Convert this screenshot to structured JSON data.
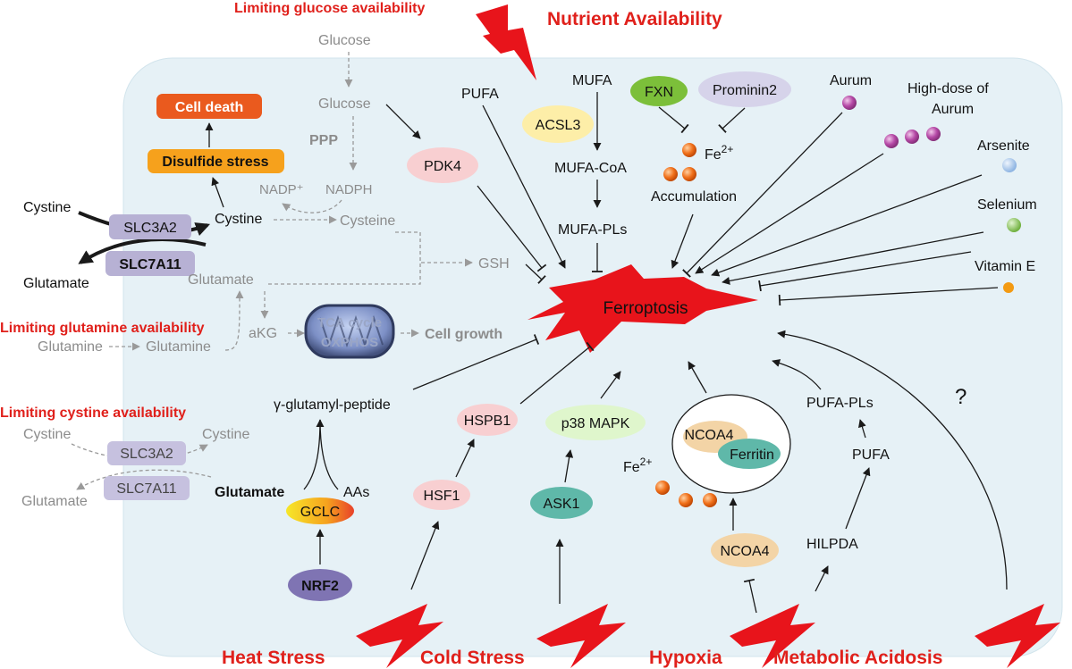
{
  "stresses": {
    "nutrient_availability": "Nutrient Availability",
    "heat_stress": "Heat Stress",
    "cold_stress": "Cold Stress",
    "hypoxia": "Hypoxia",
    "metabolic_acidosis": "Metabolic Acidosis"
  },
  "limiting": {
    "glucose": "Limiting glucose availability",
    "glutamine": "Limiting glutamine availability",
    "cystine": "Limiting cystine availability"
  },
  "center": {
    "ferroptosis": "Ferroptosis"
  },
  "left_panel": {
    "cell_death": "Cell death",
    "disulfide_stress": "Disulfide stress",
    "cystine_out": "Cystine",
    "glutamate_out": "Glutamate",
    "slc3a2": "SLC3A2",
    "slc7a11": "SLC7A11",
    "cystine_in": "Cystine",
    "glutamate_in": "Glutamate",
    "glucose_out": "Glucose",
    "glucose_in": "Glucose",
    "ppp": "PPP",
    "nadp": "NADP⁺",
    "nadph": "NADPH",
    "cysteine": "Cysteine",
    "gsh": "GSH",
    "akg": "aKG",
    "tca": "TCA cycle",
    "oxphos": "OXPHOS",
    "cell_growth": "Cell growth",
    "glutamine_out": "Glutamine",
    "glutamine_in": "Glutamine"
  },
  "lower_left": {
    "cystine_left": "Cystine",
    "cystine_right": "Cystine",
    "slc3a2": "SLC3A2",
    "slc7a11": "SLC7A11",
    "glutamate_left": "Glutamate",
    "glutamate_bold": "Glutamate",
    "aas": "AAs",
    "gclc": "GCLC",
    "nrf2": "NRF2",
    "gamma_peptide": "γ-glutamyl-peptide"
  },
  "top_middle": {
    "pufa": "PUFA",
    "mufa": "MUFA",
    "acsl3": "ACSL3",
    "mufa_coa": "MUFA-CoA",
    "mufa_pls": "MUFA-PLs",
    "pdk4": "PDK4",
    "fxn": "FXN",
    "prominin2": "Prominin2",
    "fe2": "Fe",
    "fe2_sup": "2+",
    "accumulation": "Accumulation"
  },
  "right_inputs": {
    "aurum": "Aurum",
    "high_dose_1": "High-dose of",
    "high_dose_2": "Aurum",
    "arsenite": "Arsenite",
    "selenium": "Selenium",
    "vitamin_e": "Vitamin E"
  },
  "bottom_paths": {
    "hsf1": "HSF1",
    "hspb1": "HSPB1",
    "ask1": "ASK1",
    "p38": "p38 MAPK",
    "fe2": "Fe",
    "fe2_sup": "2+",
    "ncoa4_inner": "NCOA4",
    "ferritin": "Ferritin",
    "ncoa4": "NCOA4",
    "hilpda": "HILPDA",
    "pufa": "PUFA",
    "pufa_pls": "PUFA-PLs",
    "question": "?"
  },
  "colors": {
    "cell_bg": "#e6f1f6",
    "red": "#e0201b",
    "lavender": "#b7b1d4",
    "nrf2": "#7f74b3",
    "pink": "#f8cfd1",
    "green_light": "#dff6cc",
    "teal": "#5fb8a9",
    "tan": "#f3d4a6",
    "yellow": "#fdeea8",
    "fxn": "#7cbf3a",
    "iron": "#f0701a",
    "aurum": "#b548a6",
    "arsenite": "#a7c8ec",
    "selenium": "#86c454",
    "vitamin_e": "#f39a12"
  }
}
